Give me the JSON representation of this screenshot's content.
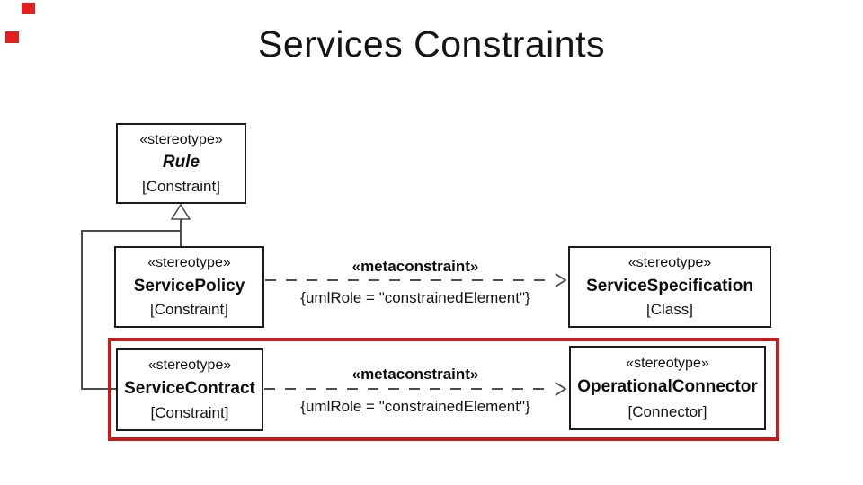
{
  "slide": {
    "title": "Services Constraints"
  },
  "diagram": {
    "nodes": [
      {
        "stereotype": "«stereotype»",
        "name": "Rule",
        "meta": "[Constraint]"
      },
      {
        "stereotype": "«stereotype»",
        "name": "ServicePolicy",
        "meta": "[Constraint]"
      },
      {
        "stereotype": "«stereotype»",
        "name": "ServiceSpecification",
        "meta": "[Class]"
      },
      {
        "stereotype": "«stereotype»",
        "name": "ServiceContract",
        "meta": "[Constraint]"
      },
      {
        "stereotype": "«stereotype»",
        "name": "OperationalConnector",
        "meta": "[Connector]"
      }
    ],
    "connectors": [
      {
        "label": "«metaconstraint»",
        "role": "{umlRole = \"constrainedElement\"}"
      },
      {
        "label": "«metaconstraint»",
        "role": "{umlRole = \"constrainedElement\"}"
      }
    ]
  },
  "colors": {
    "highlight_red": "#c81a1a",
    "decor_red": "#e01f1f",
    "box_border": "#1c1c1c",
    "connector_line": "#4d4d4d"
  }
}
